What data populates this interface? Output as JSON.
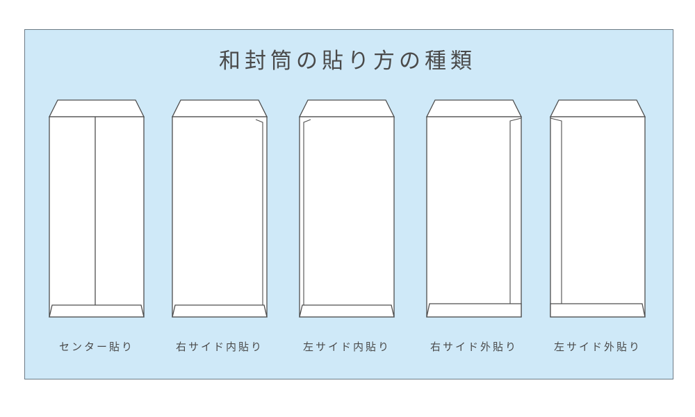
{
  "title": "和封筒の貼り方の種類",
  "colors": {
    "panel_background": "#cfe9f8",
    "envelope_fill": "#ffffff",
    "envelope_stroke": "#4d4d4d"
  },
  "envelopes": [
    {
      "label": "センター貼り",
      "seam": "center"
    },
    {
      "label": "右サイド内貼り",
      "seam": "right-inner"
    },
    {
      "label": "左サイド内貼り",
      "seam": "left-inner"
    },
    {
      "label": "右サイド外貼り",
      "seam": "right-outer"
    },
    {
      "label": "左サイド外貼り",
      "seam": "left-outer"
    }
  ]
}
